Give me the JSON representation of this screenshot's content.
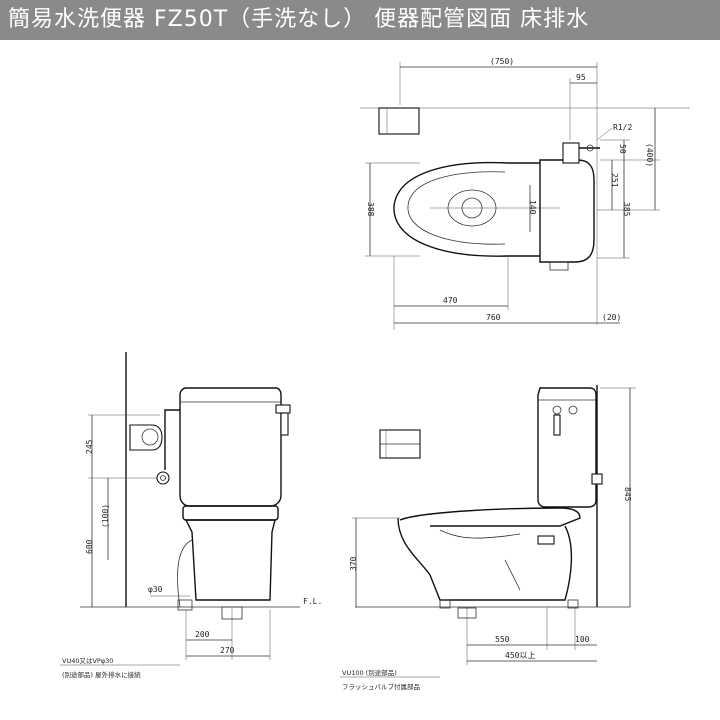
{
  "title": "簡易水洗便器 FZ50T（手洗なし） 便器配管図面 床排水",
  "plan_view": {
    "dims": {
      "d750": "(750)",
      "d95": "95",
      "dR12": "R1/2",
      "d50": "50",
      "d400": "(400)",
      "d251": "251",
      "d385": "385",
      "d388": "388",
      "d140": "140",
      "d470": "470",
      "d760": "760",
      "d20": "(20)"
    }
  },
  "front_view": {
    "dims": {
      "d245": "245",
      "d100": "(100)",
      "d600": "600",
      "d30": "φ30",
      "d200": "200",
      "d270": "270"
    },
    "fl_label": "F.L.",
    "note1": "VU40又はVPφ30",
    "note2": "(別途部品) 屋外排水に接続"
  },
  "side_view": {
    "dims": {
      "d845": "845",
      "d370": "370",
      "d550": "550",
      "d100": "100",
      "d450": "450以上"
    },
    "note1": "VU100 (別途部品)",
    "note2": "フラッシュバルブ付属部品"
  }
}
